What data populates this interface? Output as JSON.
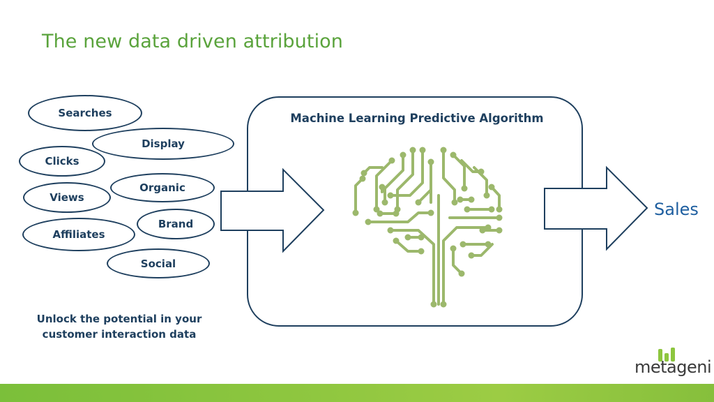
{
  "slide": {
    "title": "The new data driven attribution",
    "sources": [
      {
        "id": "searches",
        "label": "Searches"
      },
      {
        "id": "display",
        "label": "Display"
      },
      {
        "id": "clicks",
        "label": "Clicks"
      },
      {
        "id": "organic",
        "label": "Organic"
      },
      {
        "id": "views",
        "label": "Views"
      },
      {
        "id": "brand",
        "label": "Brand"
      },
      {
        "id": "affiliates",
        "label": "Affiliates"
      },
      {
        "id": "social",
        "label": "Social"
      }
    ],
    "caption_line1": "Unlock the potential in your",
    "caption_line2": "customer interaction data",
    "algorithm_title": "Machine Learning Predictive Algorithm",
    "output_label": "Sales",
    "brain_icon": "brain-circuit-icon",
    "logo_text": "metageni"
  },
  "colors": {
    "title": "#5aa33c",
    "outline": "#1e3f5e",
    "sales": "#1f5fa0",
    "brain": "#9cb86c",
    "bar": "#8dc63f"
  }
}
